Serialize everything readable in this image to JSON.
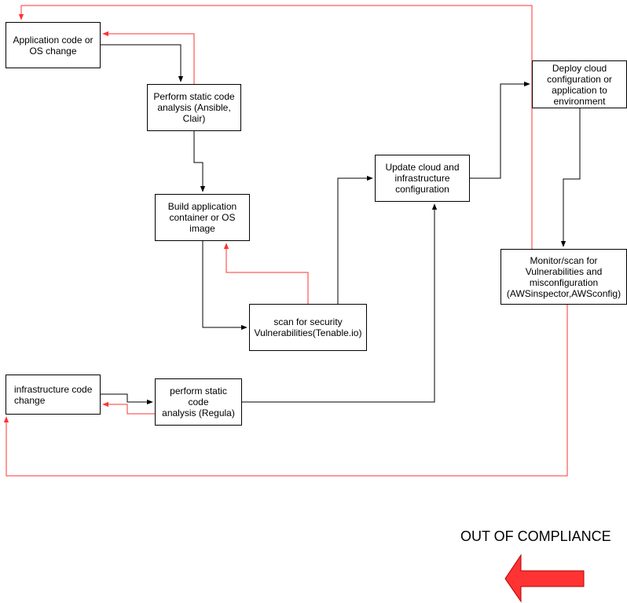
{
  "nodes": {
    "app_change": "Application code or\nOS change",
    "static_analysis_1": "Perform  static code\nanalysis (Ansible,\nClair)",
    "build_image": "Build application\ncontainer or OS\nimage",
    "scan_security": "scan for security\nVulnerabilities(Tenable.io)",
    "update_cloud": "Update cloud and\ninfrastructure\nconfiguration",
    "deploy": "Deploy cloud\nconfiguration or\napplication to\nenvironment",
    "monitor": "Monitor/scan for\nVulnerabilities and\nmisconfiguration\n(AWSinspector,AWSconfig)",
    "infra_change": "infrastructure code\nchange",
    "static_analysis_2": "perform static code\nanalysis (Regula)"
  },
  "legend": {
    "label": "OUT OF COMPLIANCE",
    "arrow_color": "#ff3333"
  },
  "colors": {
    "flow": "#000000",
    "feedback": "#ff3333"
  }
}
